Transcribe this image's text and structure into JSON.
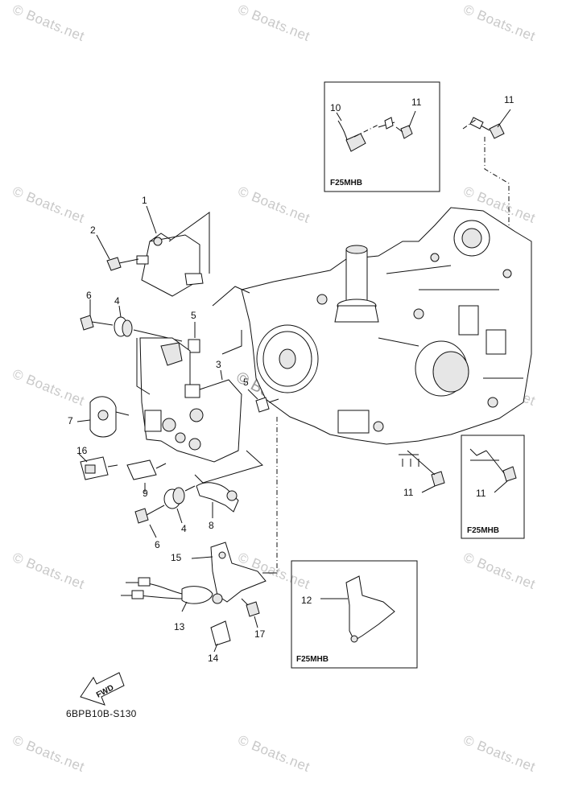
{
  "watermark": {
    "text": "© Boats.net"
  },
  "callouts": [
    {
      "id": "1",
      "text": "1"
    },
    {
      "id": "2",
      "text": "2"
    },
    {
      "id": "3",
      "text": "3"
    },
    {
      "id": "4a",
      "text": "4"
    },
    {
      "id": "4b",
      "text": "4"
    },
    {
      "id": "5a",
      "text": "5"
    },
    {
      "id": "5b",
      "text": "5"
    },
    {
      "id": "6a",
      "text": "6"
    },
    {
      "id": "6b",
      "text": "6"
    },
    {
      "id": "7",
      "text": "7"
    },
    {
      "id": "8",
      "text": "8"
    },
    {
      "id": "9",
      "text": "9"
    },
    {
      "id": "10",
      "text": "10"
    },
    {
      "id": "11a",
      "text": "11"
    },
    {
      "id": "11b",
      "text": "11"
    },
    {
      "id": "11c",
      "text": "11"
    },
    {
      "id": "11d",
      "text": "11"
    },
    {
      "id": "12",
      "text": "12"
    },
    {
      "id": "13",
      "text": "13"
    },
    {
      "id": "14",
      "text": "14"
    },
    {
      "id": "15",
      "text": "15"
    },
    {
      "id": "16",
      "text": "16"
    },
    {
      "id": "17",
      "text": "17"
    }
  ],
  "inset_boxes": [
    {
      "id": "top",
      "label": "F25MHB"
    },
    {
      "id": "right",
      "label": "F25MHB"
    },
    {
      "id": "bottom",
      "label": "F25MHB"
    }
  ],
  "fwd_arrow": {
    "label": "FWD",
    "icon": "forward-arrow-icon"
  },
  "diagram_code": "6BPB10B-S130"
}
